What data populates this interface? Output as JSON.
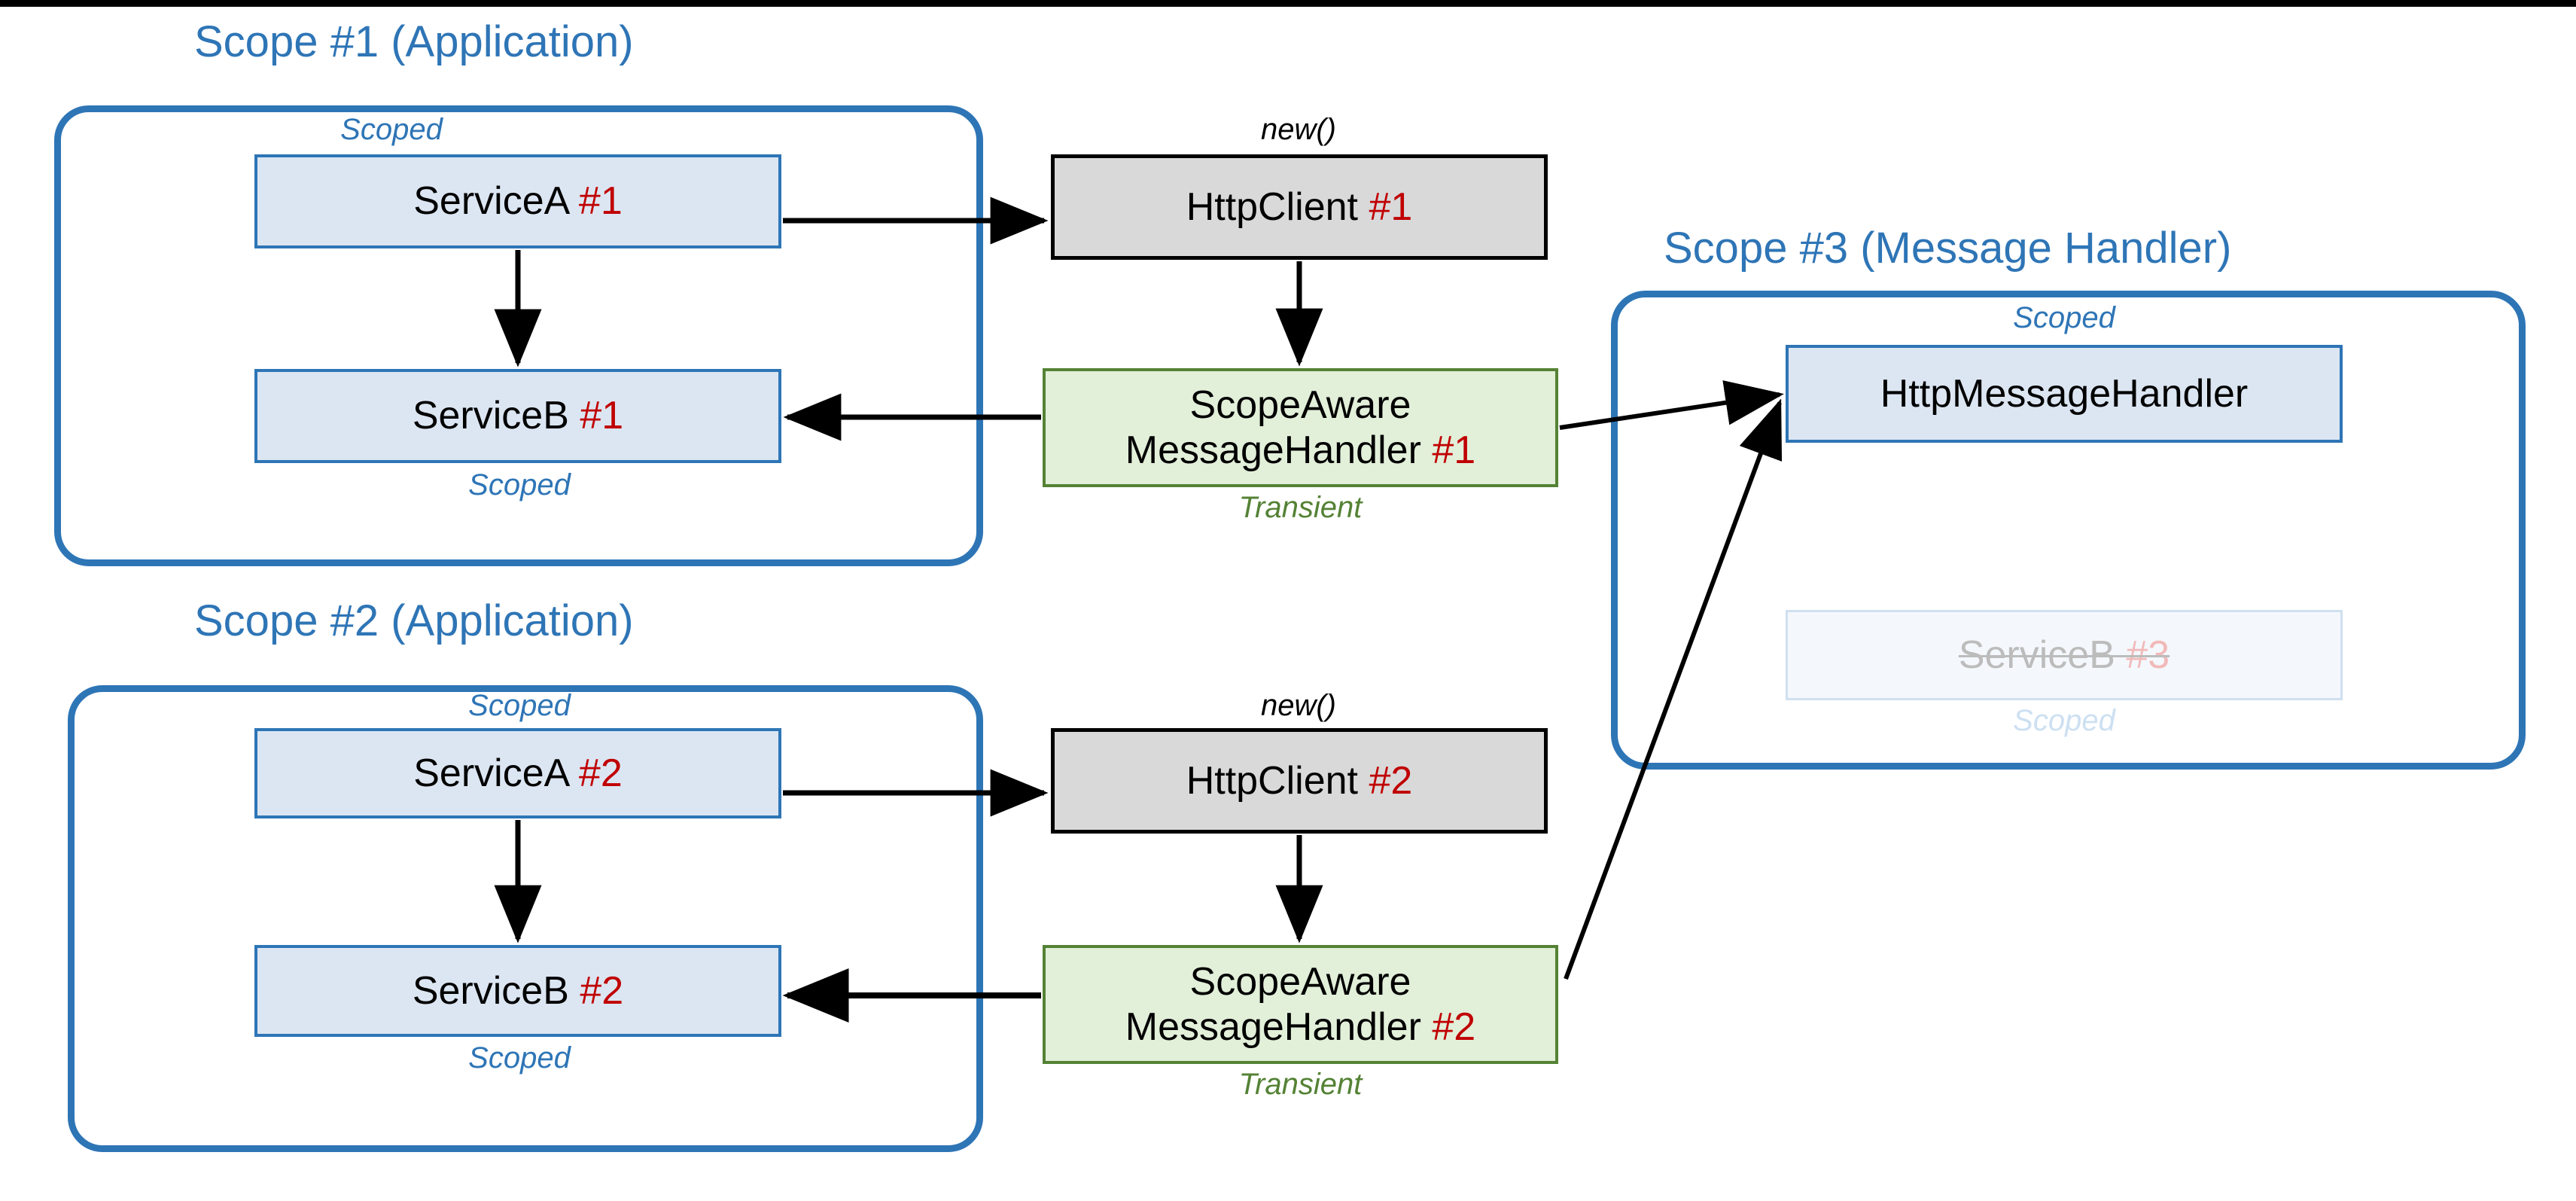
{
  "diagram": {
    "title_color": "#2e75b6",
    "accent_red": "#c00000",
    "accent_green": "#548235",
    "blue_fill": "#dce6f2",
    "gray_fill": "#d9d9d9",
    "green_fill": "#e2efd9"
  },
  "scopes": [
    {
      "id": "scope1",
      "title": "Scope #1 (Application)"
    },
    {
      "id": "scope2",
      "title": "Scope #2 (Application)"
    },
    {
      "id": "scope3",
      "title": "Scope #3 (Message Handler)"
    }
  ],
  "nodes": {
    "serviceA1": {
      "name": "ServiceA",
      "num": "#1",
      "lifetime_above": "Scoped"
    },
    "serviceB1": {
      "name": "ServiceB",
      "num": "#1",
      "lifetime_below": "Scoped"
    },
    "httpClient1": {
      "name": "HttpClient",
      "num": "#1",
      "note_above": "new()"
    },
    "handler1": {
      "line1": "ScopeAware",
      "line2": "MessageHandler",
      "num": "#1",
      "lifetime_below": "Transient"
    },
    "serviceA2": {
      "name": "ServiceA",
      "num": "#2",
      "lifetime_above": "Scoped"
    },
    "serviceB2": {
      "name": "ServiceB",
      "num": "#2",
      "lifetime_below": "Scoped"
    },
    "httpClient2": {
      "name": "HttpClient",
      "num": "#2",
      "note_above": "new()"
    },
    "handler2": {
      "line1": "ScopeAware",
      "line2": "MessageHandler",
      "num": "#2",
      "lifetime_below": "Transient"
    },
    "httpMessageHandler": {
      "name": "HttpMessageHandler",
      "num": "",
      "lifetime_above": "Scoped"
    },
    "serviceB3": {
      "name": "ServiceB",
      "num": "#3",
      "lifetime_below": "Scoped",
      "state": "struck-out"
    }
  },
  "edges": [
    {
      "from": "serviceA1",
      "to": "httpClient1",
      "style": "solid-arrow"
    },
    {
      "from": "serviceA1",
      "to": "serviceB1",
      "style": "solid-arrow"
    },
    {
      "from": "httpClient1",
      "to": "handler1",
      "style": "solid-arrow"
    },
    {
      "from": "handler1",
      "to": "serviceB1",
      "style": "solid-arrow"
    },
    {
      "from": "handler1",
      "to": "httpMessageHandler",
      "style": "solid-arrow"
    },
    {
      "from": "serviceA2",
      "to": "httpClient2",
      "style": "solid-arrow"
    },
    {
      "from": "serviceA2",
      "to": "serviceB2",
      "style": "solid-arrow"
    },
    {
      "from": "httpClient2",
      "to": "handler2",
      "style": "solid-arrow"
    },
    {
      "from": "handler2",
      "to": "serviceB2",
      "style": "solid-arrow"
    },
    {
      "from": "handler2",
      "to": "httpMessageHandler",
      "style": "solid-arrow"
    }
  ]
}
